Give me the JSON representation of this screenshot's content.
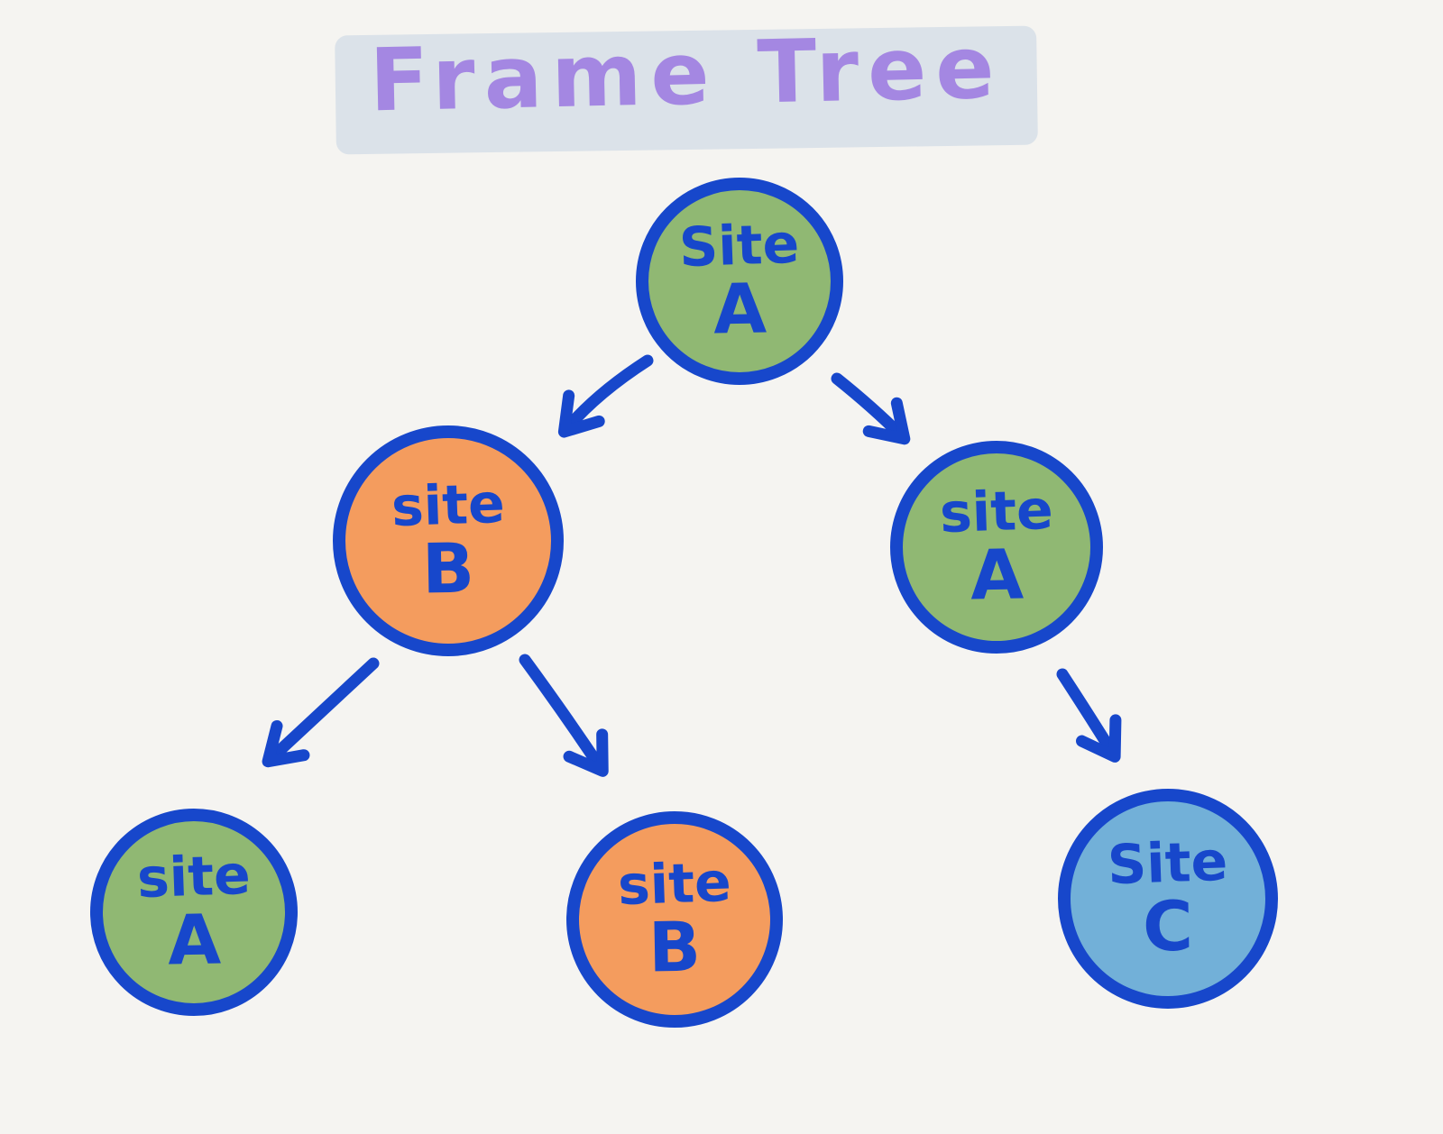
{
  "title": "Frame Tree",
  "colors": {
    "background": "#f5f4f1",
    "title_text": "#a487e2",
    "title_highlight": "#dbe2e9",
    "node_border": "#1747cb",
    "node_text": "#1747cb",
    "arrow": "#1747cb",
    "fill_green": "#90b873",
    "fill_orange": "#f49c5e",
    "fill_blue": "#72b0d8"
  },
  "nodes": {
    "root": {
      "line1": "Site",
      "line2": "A",
      "fill": "green"
    },
    "l2_left": {
      "line1": "site",
      "line2": "B",
      "fill": "orange"
    },
    "l2_right": {
      "line1": "site",
      "line2": "A",
      "fill": "green"
    },
    "l3_left": {
      "line1": "site",
      "line2": "A",
      "fill": "green"
    },
    "l3_mid": {
      "line1": "site",
      "line2": "B",
      "fill": "orange"
    },
    "l3_right": {
      "line1": "Site",
      "line2": "C",
      "fill": "blue"
    }
  },
  "edges": [
    {
      "from": "root",
      "to": "l2_left"
    },
    {
      "from": "root",
      "to": "l2_right"
    },
    {
      "from": "l2_left",
      "to": "l3_left"
    },
    {
      "from": "l2_left",
      "to": "l3_mid"
    },
    {
      "from": "l2_right",
      "to": "l3_right"
    }
  ]
}
